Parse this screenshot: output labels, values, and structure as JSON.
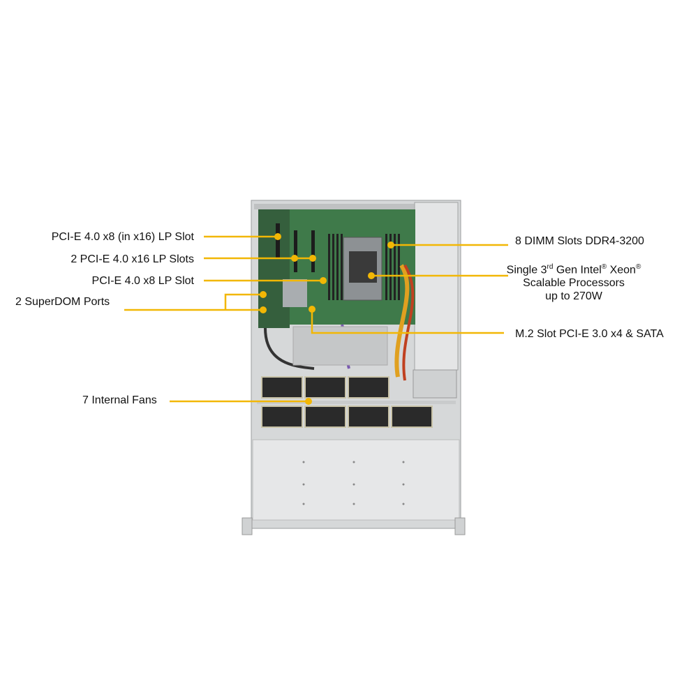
{
  "labels": {
    "pcie_x8_in_x16": "PCI-E 4.0 x8 (in x16) LP Slot",
    "pcie_x16": "2 PCI-E 4.0 x16 LP Slots",
    "pcie_x8": "PCI-E 4.0 x8 LP Slot",
    "superdom": "2 SuperDOM Ports",
    "fans": "7 Internal  Fans",
    "dimm": "8 DIMM Slots DDR4-3200",
    "cpu_line1_a": "Single 3",
    "cpu_line1_sup": "rd",
    "cpu_line1_b": " Gen Intel",
    "cpu_reg1": "®",
    "cpu_line1_c": "  Xeon",
    "cpu_reg2": "®",
    "cpu_line2": "Scalable Processors",
    "cpu_line3": "up to 270W",
    "m2": "M.2 Slot PCI-E 3.0 x4 & SATA"
  },
  "colors": {
    "callout": "#f2b705",
    "board": "#3f7a4a",
    "chassis": "#d9dbdc"
  }
}
